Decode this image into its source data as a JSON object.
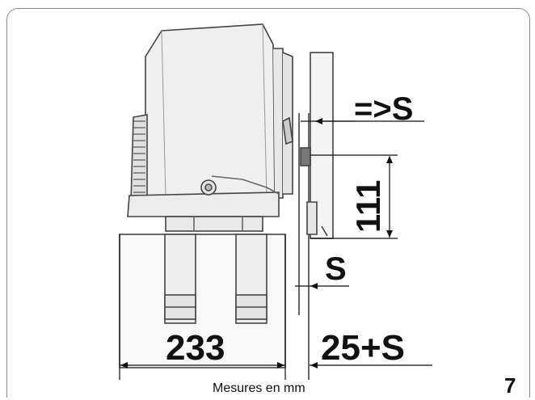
{
  "figure": {
    "dimensions": {
      "offset_top": "=>S",
      "height_111": "111",
      "gap_s": "S",
      "width_233": "233",
      "width_25s": "25+S"
    },
    "caption": "Mesures en mm",
    "page_number": "7"
  }
}
